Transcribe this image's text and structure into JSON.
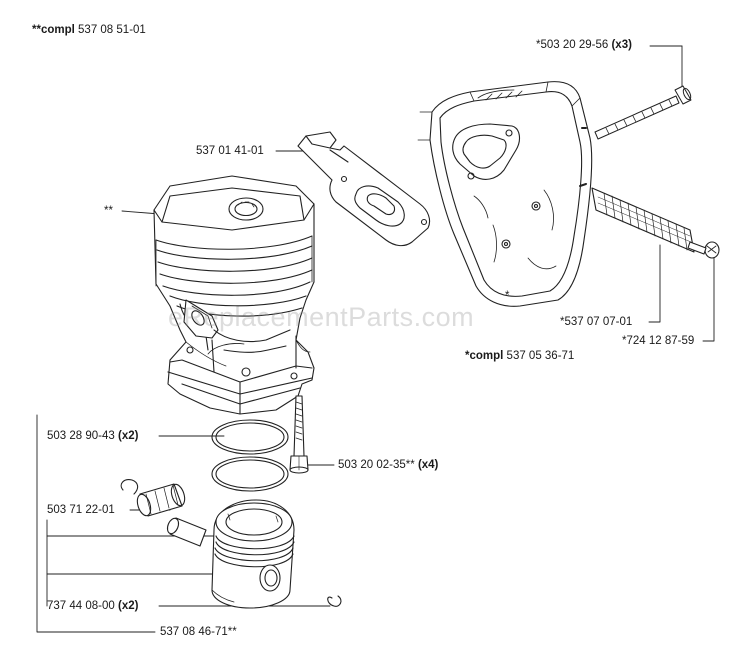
{
  "labels": {
    "assembly_cylinder": {
      "prefix": "**compl",
      "number": "537 08 51-01"
    },
    "muffler_screw": {
      "number": "*503 20 29-56",
      "qty": "(x3)"
    },
    "gasket": {
      "number": "537 01 41-01"
    },
    "cylinder_marker": {
      "number": "**"
    },
    "muffler_marker": {
      "number": "*"
    },
    "spark_screen": {
      "number": "*537 07 07-01"
    },
    "screen_screw": {
      "number": "*724 12 87-59"
    },
    "assembly_muffler": {
      "prefix": "*compl",
      "number": "537 05 36-71"
    },
    "piston_ring": {
      "number": "503 28 90-43",
      "qty": "(x2)"
    },
    "cylinder_bolt": {
      "number": "503 20 02-35**",
      "qty": "(x4)"
    },
    "needle_bearing": {
      "number": "503 71 22-01"
    },
    "circlip": {
      "number": "737 44 08-00",
      "qty": "(x2)"
    },
    "piston_assembly": {
      "number": "537 08 46-71**"
    }
  },
  "watermark": "eReplacementParts.com"
}
